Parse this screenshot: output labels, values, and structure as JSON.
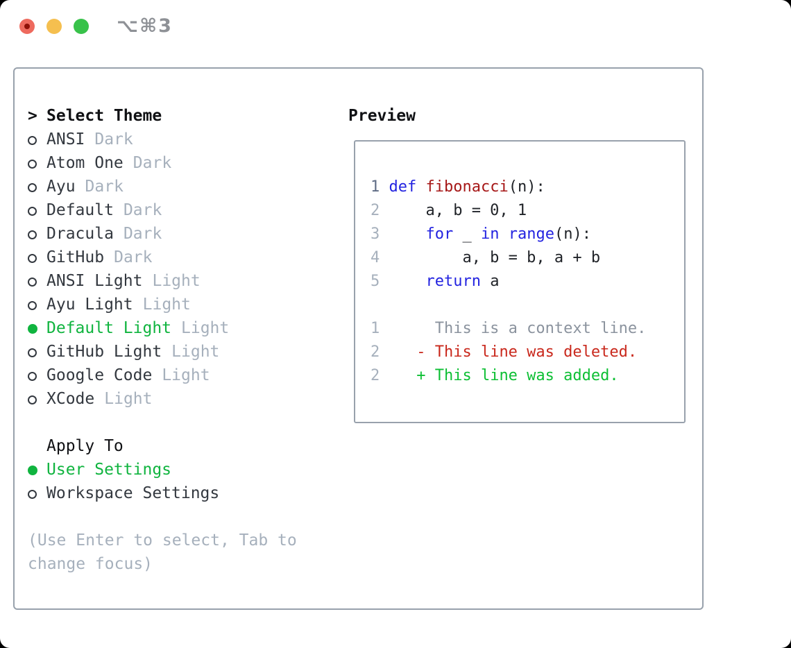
{
  "window": {
    "title": "⌥⌘3"
  },
  "titlebar_buttons": [
    "close",
    "minimize",
    "zoom"
  ],
  "colors": {
    "accent_green": "#10b43f",
    "keyword_blue": "#2323e0",
    "function_red": "#a61717",
    "deleted_red": "#c9281c",
    "added_green": "#0dbf34",
    "context_gray": "#8b939e",
    "muted_gray": "#a6b0bc",
    "line_number_gray": "#a6b0bc",
    "line_number_active": "#5f6c85",
    "text_dark": "#33383f",
    "heading_black": "#101114",
    "code_text": "#1f2227",
    "border_gray": "#98a1ac",
    "titlebar_gray": "#8e9196",
    "traffic_red": "#ee6a5e",
    "traffic_red_dot": "#8f1007",
    "traffic_yellow": "#f5bf4f",
    "traffic_green": "#38c24a"
  },
  "theme_list": {
    "heading": "Select Theme",
    "focus_marker": ">",
    "items": [
      {
        "name": "ANSI",
        "variant": "Dark",
        "selected": false
      },
      {
        "name": "Atom One",
        "variant": "Dark",
        "selected": false
      },
      {
        "name": "Ayu",
        "variant": "Dark",
        "selected": false
      },
      {
        "name": "Default",
        "variant": "Dark",
        "selected": false
      },
      {
        "name": "Dracula",
        "variant": "Dark",
        "selected": false
      },
      {
        "name": "GitHub",
        "variant": "Dark",
        "selected": false
      },
      {
        "name": "ANSI Light",
        "variant": "Light",
        "selected": false
      },
      {
        "name": "Ayu Light",
        "variant": "Light",
        "selected": false
      },
      {
        "name": "Default Light",
        "variant": "Light",
        "selected": true
      },
      {
        "name": "GitHub Light",
        "variant": "Light",
        "selected": false
      },
      {
        "name": "Google Code",
        "variant": "Light",
        "selected": false
      },
      {
        "name": "XCode",
        "variant": "Light",
        "selected": false
      }
    ]
  },
  "apply_to": {
    "heading": "Apply To",
    "options": [
      {
        "name": "User Settings",
        "selected": true
      },
      {
        "name": "Workspace Settings",
        "selected": false
      }
    ]
  },
  "hint": "(Use Enter to select, Tab to change focus)",
  "preview": {
    "heading": "Preview",
    "lines": [
      {
        "num": "1",
        "num_class": "ln-active",
        "segments": [
          {
            "t": "def",
            "c": "kw"
          },
          {
            "t": " ",
            "c": "code"
          },
          {
            "t": "fibonacci",
            "c": "fn"
          },
          {
            "t": "(n):",
            "c": "code"
          }
        ]
      },
      {
        "num": "2",
        "num_class": "",
        "segments": [
          {
            "t": "    a, b = 0, 1",
            "c": "code"
          }
        ]
      },
      {
        "num": "3",
        "num_class": "",
        "segments": [
          {
            "t": "    ",
            "c": "code"
          },
          {
            "t": "for",
            "c": "kw"
          },
          {
            "t": " _ ",
            "c": "code"
          },
          {
            "t": "in",
            "c": "kw"
          },
          {
            "t": " ",
            "c": "code"
          },
          {
            "t": "range",
            "c": "kw"
          },
          {
            "t": "(n):",
            "c": "code"
          }
        ]
      },
      {
        "num": "4",
        "num_class": "",
        "segments": [
          {
            "t": "        a, b = b, a + b",
            "c": "code"
          }
        ]
      },
      {
        "num": "5",
        "num_class": "",
        "segments": [
          {
            "t": "    ",
            "c": "code"
          },
          {
            "t": "return",
            "c": "kw"
          },
          {
            "t": " a",
            "c": "code"
          }
        ]
      },
      {
        "num": "",
        "num_class": "",
        "segments": []
      },
      {
        "num": "1",
        "num_class": "",
        "segments": [
          {
            "t": "     This is a context line.",
            "c": "ctx"
          }
        ]
      },
      {
        "num": "2",
        "num_class": "",
        "segments": [
          {
            "t": "   ",
            "c": "code"
          },
          {
            "t": "- This line was deleted.",
            "c": "del"
          }
        ]
      },
      {
        "num": "2",
        "num_class": "",
        "segments": [
          {
            "t": "   ",
            "c": "code"
          },
          {
            "t": "+ This line was added.",
            "c": "add"
          }
        ]
      }
    ]
  }
}
